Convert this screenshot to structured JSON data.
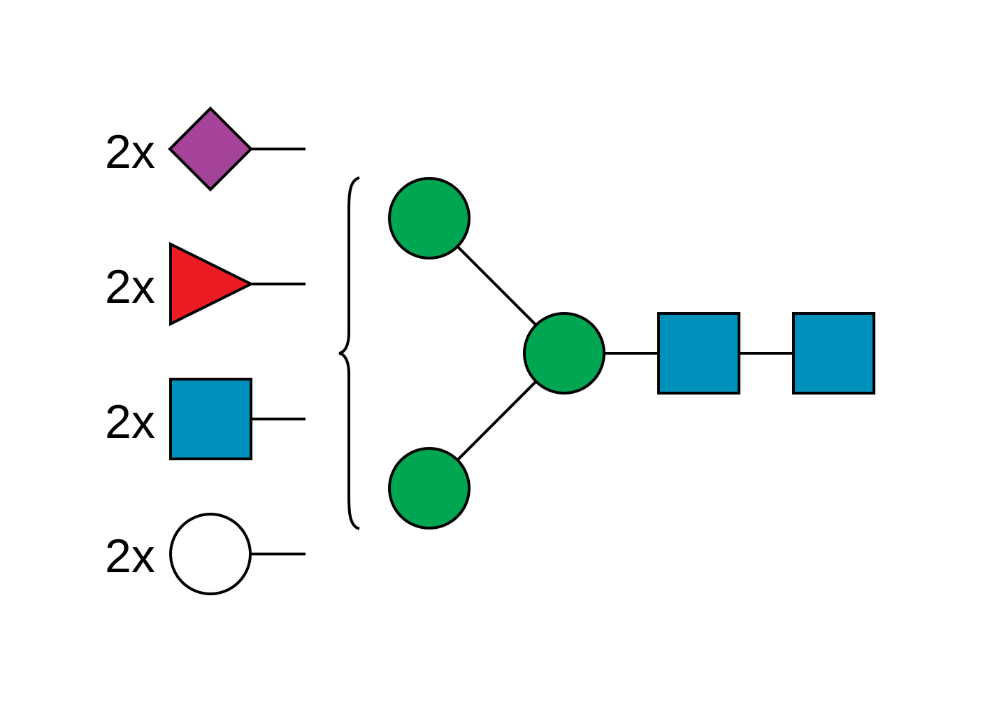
{
  "legend": {
    "items": [
      {
        "count_label": "2x",
        "symbol": "diamond-icon",
        "color": "#A54399"
      },
      {
        "count_label": "2x",
        "symbol": "triangle-icon",
        "color": "#ED1C24"
      },
      {
        "count_label": "2x",
        "symbol": "square-icon",
        "color": "#0090BC"
      },
      {
        "count_label": "2x",
        "symbol": "circle-icon",
        "color": "#FFFFFF"
      }
    ]
  },
  "structure": {
    "branch_circle_color": "#00A651",
    "core_circle_color": "#00A651",
    "core_square_color": "#0090BC",
    "outline_color": "#000000"
  }
}
